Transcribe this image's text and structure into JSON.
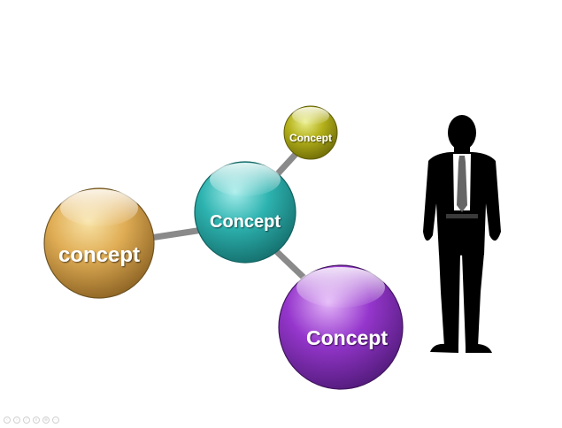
{
  "nodes": {
    "left": {
      "label": "concept",
      "color": "#d8a84a"
    },
    "center": {
      "label": "Concept",
      "color": "#27a9a6"
    },
    "top": {
      "label": "Concept",
      "color": "#a8a612"
    },
    "bottom": {
      "label": "Concept",
      "color": "#8a2fc0"
    }
  },
  "connector_color": "#8a8a8a",
  "figure": {
    "icon": "businessman-silhouette-icon",
    "color": "#000000"
  },
  "slide_controls": [
    "prev-icon",
    "next-icon",
    "pen-icon",
    "menu-icon",
    "zoom-icon",
    "more-icon"
  ]
}
